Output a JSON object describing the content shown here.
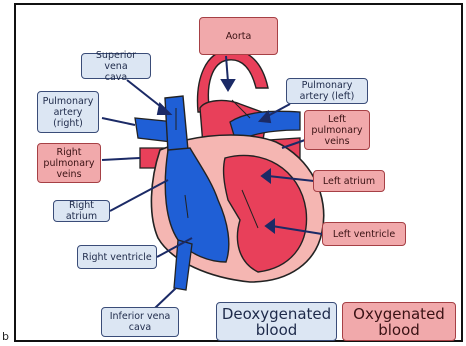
{
  "labels": {
    "aorta": "Aorta",
    "superior_vena_cava": "Superior vena\ncava",
    "pulmonary_artery_left": "Pulmonary\nartery (left)",
    "pulmonary_artery_right": "Pulmonary\nartery\n(right)",
    "left_pulmonary_veins": "Left\npulmonary\nveins",
    "right_pulmonary_veins": "Right\npulmonary\nveins",
    "left_atrium": "Left atrium",
    "right_atrium": "Right atrium",
    "left_ventricle": "Left ventricle",
    "right_ventricle": "Right ventricle",
    "inferior_vena_cava": "Inferior vena\ncava"
  },
  "legend": {
    "deoxygenated": "Deoxygenated\nblood",
    "oxygenated": "Oxygenated\nblood"
  },
  "corner_mark": "b",
  "colors": {
    "deoxygenated": "#1f5fd6",
    "oxygenated": "#e8405a",
    "heart_wall": "#f5b6b2",
    "label_blue_fill": "#dce6f3",
    "label_pink_fill": "#f1a9ab"
  }
}
